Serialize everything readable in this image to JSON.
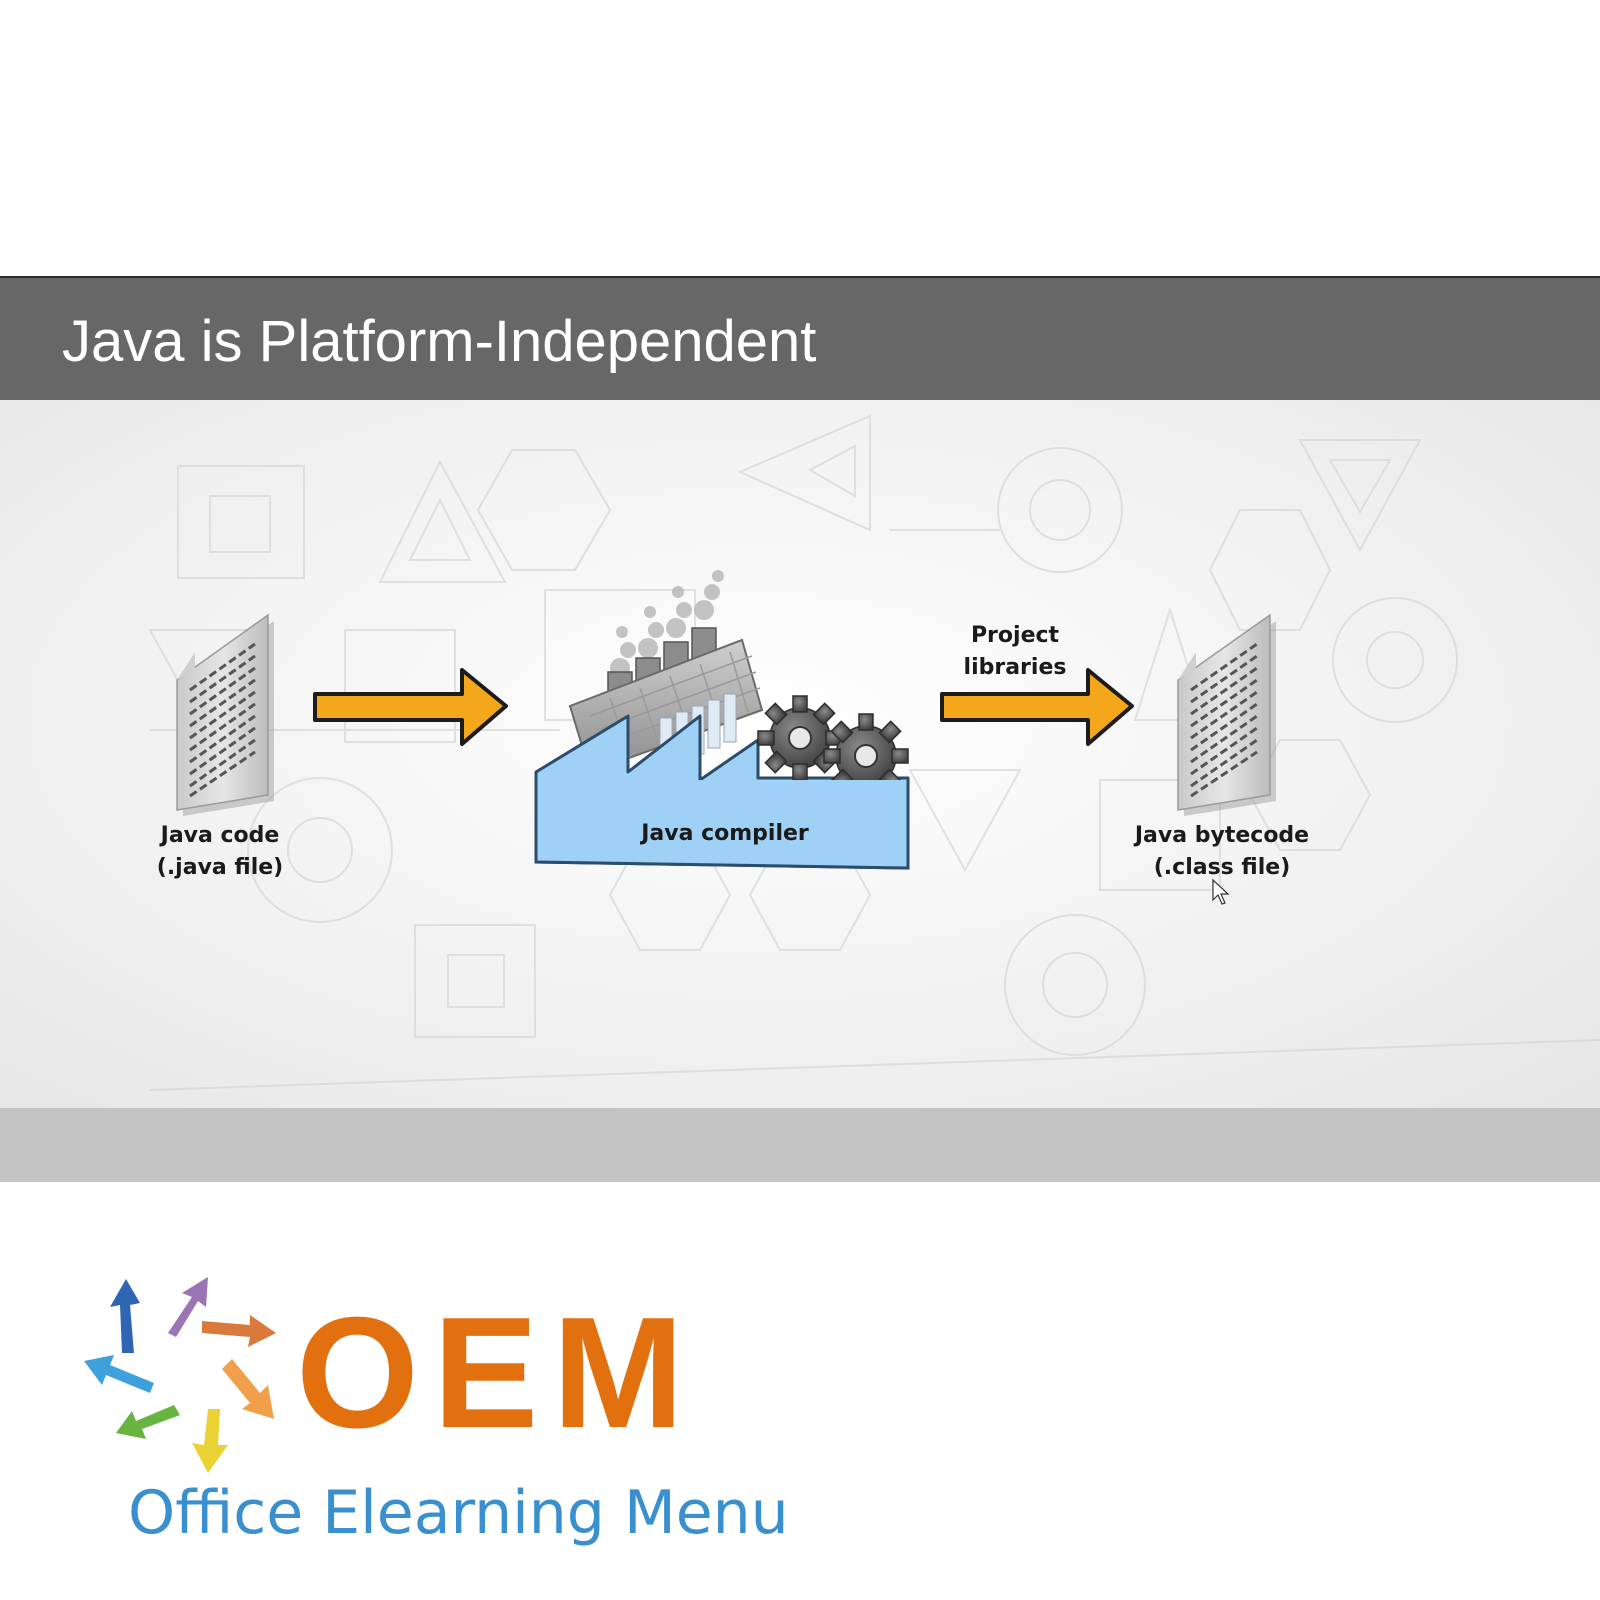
{
  "slide": {
    "title": "Java is Platform-Independent"
  },
  "diagram": {
    "source": {
      "line1": "Java code",
      "line2": "(.java file)"
    },
    "compiler": {
      "label": "Java compiler"
    },
    "libraries": {
      "line1": "Project",
      "line2": "libraries"
    },
    "output": {
      "line1": "Java bytecode",
      "line2": "(.class file)"
    }
  },
  "logo": {
    "wordmark": "OEM",
    "tagline": "Office Elearning Menu"
  },
  "colors": {
    "title_bar": "#676767",
    "arrow_fill": "#f4a71a",
    "factory_fill": "#9fd0f5",
    "logo_orange": "#e2700f",
    "logo_blue": "#3a8fcf"
  }
}
